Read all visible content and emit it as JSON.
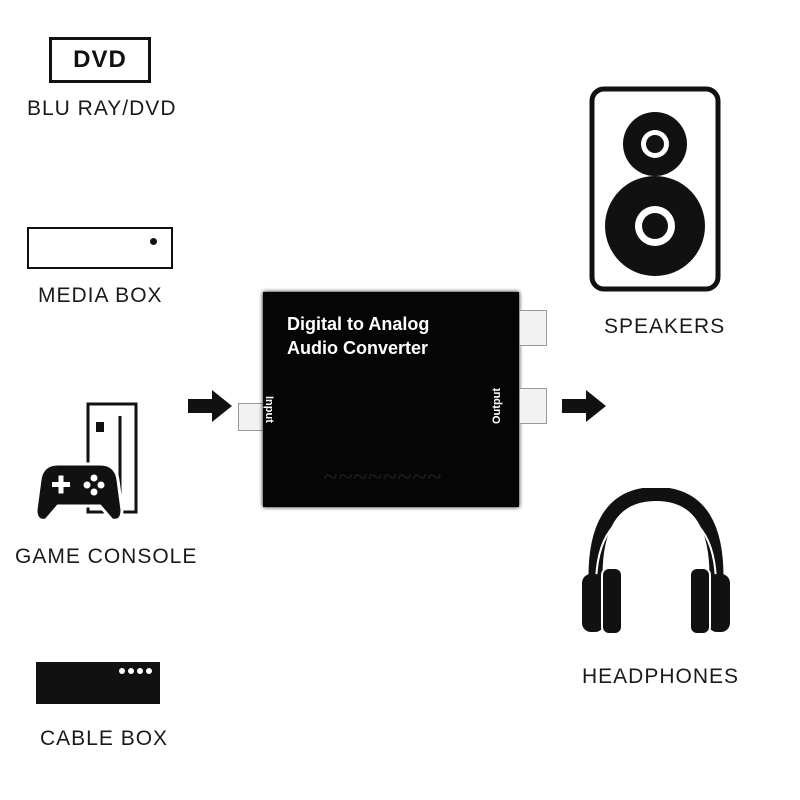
{
  "sources": {
    "dvd_logo": "DVD",
    "dvd_label": "BLU RAY/DVD",
    "media_label": "MEDIA BOX",
    "console_label": "GAME CONSOLE",
    "cable_label": "CABLE BOX"
  },
  "converter": {
    "title_line1": "Digital  to Analog",
    "title_line2": "Audio Converter",
    "input_label": "Input",
    "output_label": "Output"
  },
  "outputs": {
    "speakers_label": "SPEAKERS",
    "headphones_label": "HEADPHONES"
  },
  "icons": {
    "dvd": "dvd-icon",
    "media_box": "media-box-icon",
    "game_console": "game-console-icon",
    "cable_box": "cable-box-icon",
    "speakers": "speaker-icon",
    "headphones": "headphones-icon",
    "arrows": "arrow-right-icon"
  },
  "colors": {
    "ink": "#111111",
    "background": "#ffffff"
  }
}
